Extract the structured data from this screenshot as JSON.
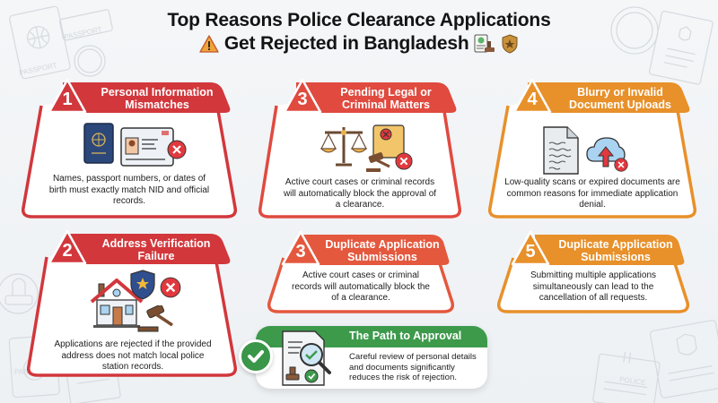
{
  "title": {
    "line1": "Top Reasons Police Clearance Applications",
    "line2": "Get Rejected in Bangladesh",
    "icons": [
      "warning-icon",
      "approved-document-stamp-icon",
      "police-badge-icon"
    ]
  },
  "colors": {
    "red": "#d2373c",
    "coral": "#e4583e",
    "orange": "#e8902a",
    "green": "#3d9a4b",
    "background": "#f2f4f6"
  },
  "cards": [
    {
      "number": "1",
      "heading_line1": "Personal Information",
      "heading_line2": "Mismatches",
      "description": [
        "Names, passport numbers, or dates of",
        "birth must exactly match NID and official",
        "records."
      ],
      "icons": [
        "passport-icon",
        "id-card-icon",
        "error-x-icon"
      ],
      "color": "#d2373c"
    },
    {
      "number": "3",
      "heading_line1": "Pending Legal or",
      "heading_line2": "Criminal Matters",
      "description": [
        "Active court cases or criminal records",
        "will automatically block the approval of",
        "a clearance."
      ],
      "icons": [
        "scales-of-justice-icon",
        "case-folder-icon",
        "gavel-icon",
        "error-x-icon"
      ],
      "color": "#e04a3f"
    },
    {
      "number": "4",
      "heading_line1": "Blurry or Invalid",
      "heading_line2": "Document Uploads",
      "description": [
        "Low-quality scans or expired documents are",
        "common reasons for immediate application",
        "denial."
      ],
      "icons": [
        "blurry-document-icon",
        "cloud-upload-icon",
        "error-x-icon"
      ],
      "color": "#e8902a"
    },
    {
      "number": "2",
      "heading_line1": "Address Verification",
      "heading_line2": "Failure",
      "description": [
        "Applications are rejected if the provided",
        "address does not match local police",
        "station records."
      ],
      "icons": [
        "house-icon",
        "police-shield-icon",
        "gavel-icon",
        "error-x-icon"
      ],
      "color": "#d2373c"
    },
    {
      "number": "3",
      "heading_line1": "Duplicate Application",
      "heading_line2": "Submissions",
      "description": [
        "Active court cases or criminal",
        "records will automatically block the",
        "of a clearance."
      ],
      "color": "#e4583e"
    },
    {
      "number": "5",
      "heading_line1": "Duplicate Application",
      "heading_line2": "Submissions",
      "description": [
        "Submitting multiple applications",
        "simultaneously can lead to the",
        "cancellation of all requests."
      ],
      "color": "#e8902a"
    }
  ],
  "approval": {
    "title": "The Path to Approval",
    "description": "Careful review of personal details and documents significantly reduces the risk of rejection.",
    "icons": [
      "checkmark-icon",
      "document-review-magnifier-icon",
      "stamp-icon"
    ]
  },
  "background_decorations": {
    "labels": [
      "PASSPORT",
      "PASSPORT",
      "PASSPORT",
      "POLICE",
      "POLICE"
    ]
  }
}
